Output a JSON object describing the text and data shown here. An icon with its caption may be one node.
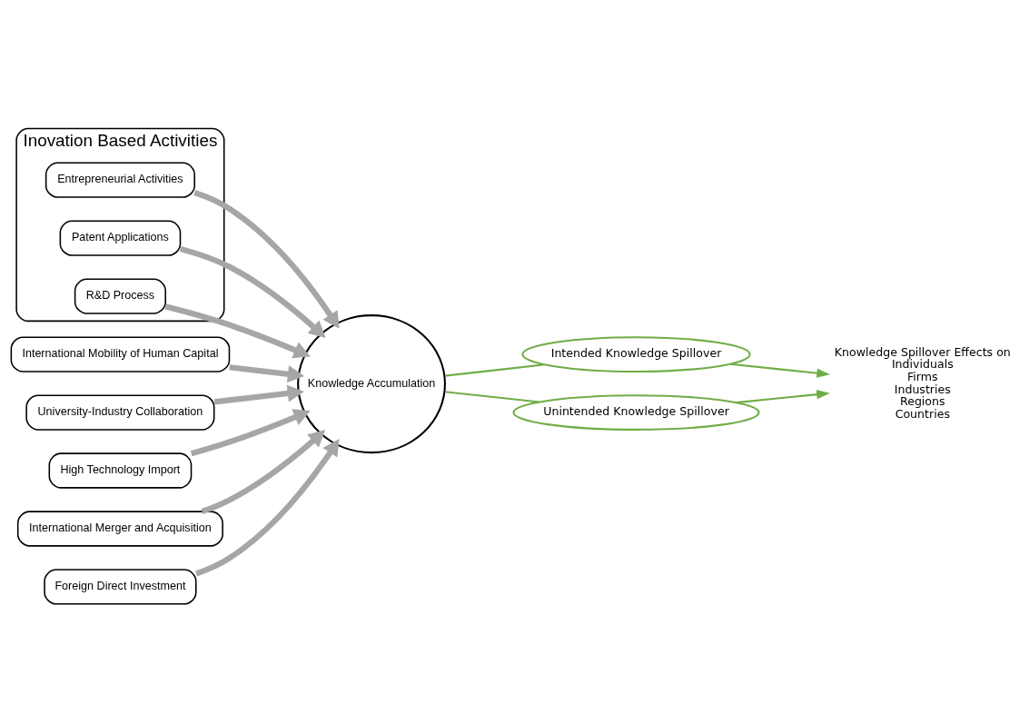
{
  "diagram": {
    "nodes": [
      {
        "text": [
          "Inovation Based Activities"
        ]
      },
      {
        "text": [
          "Entrepreneurial Activities"
        ],
        "in": 0
      },
      {
        "text": [
          "Patent Applications"
        ],
        "in": 0
      },
      {
        "text": [
          "R&D Process"
        ],
        "in": 0
      },
      {
        "text": [
          "International Mobility of Human Capital"
        ]
      },
      {
        "text": [
          "University-Industry Collaboration"
        ]
      },
      {
        "text": [
          "High Technology Import"
        ]
      },
      {
        "text": [
          "International Merger and Acquisition"
        ]
      },
      {
        "text": [
          "Foreign Direct Investment"
        ]
      },
      {
        "text": [
          "Knowledge Accumulation"
        ]
      },
      {
        "text": [
          "Intended Knowledge Spillover"
        ]
      },
      {
        "text": [
          "Unintended Knowledge Spillover"
        ]
      },
      {
        "text": [
          "Knowledge Spillover Effects on",
          "Individuals",
          "Firms",
          "Industries",
          "Regions",
          "Countries"
        ]
      }
    ],
    "edges": [
      {
        "from": 5,
        "to": 9,
        "arrow": "to"
      },
      {
        "from": 6,
        "to": 9,
        "arrow": "to"
      },
      {
        "from": 4,
        "to": 9,
        "arrow": "to"
      },
      {
        "from": 1,
        "to": 9,
        "arrow": "to"
      },
      {
        "from": 2,
        "to": 9,
        "arrow": "to"
      },
      {
        "from": 3,
        "to": 9,
        "arrow": "to"
      },
      {
        "from": 7,
        "to": 9,
        "arrow": "to"
      },
      {
        "from": 8,
        "to": 9,
        "arrow": "to"
      },
      {
        "from": 9,
        "to": 10,
        "arrow": "none",
        "color": "#70ad47"
      },
      {
        "from": 9,
        "to": 11,
        "arrow": "none",
        "color": "#70ad47"
      },
      {
        "from": 10,
        "to": 12,
        "arrow": "to",
        "color": "#70ad47"
      },
      {
        "from": 11,
        "to": 12,
        "arrow": "to",
        "color": "#70ad47"
      }
    ]
  }
}
